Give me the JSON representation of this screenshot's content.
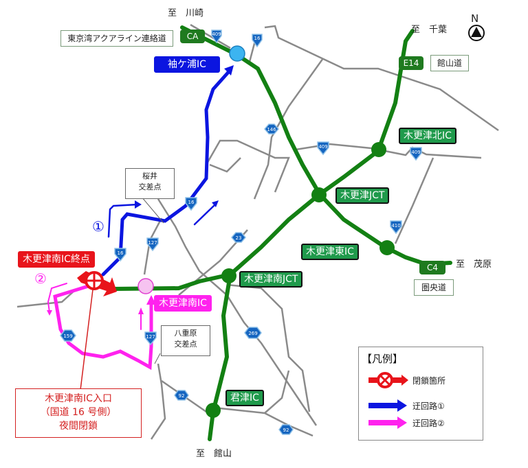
{
  "compass": {
    "label": "N"
  },
  "destinations": {
    "kawasaki": "至　川崎",
    "chiba": "至　千葉",
    "mobara": "至　茂原",
    "tateyama": "至　館山"
  },
  "expressways": [
    {
      "code": "CA",
      "name": "東京湾アクアライン連絡道"
    },
    {
      "code": "E14",
      "name": "館山道"
    },
    {
      "code": "C4",
      "name": "圏央道"
    }
  ],
  "interchanges": {
    "sodegaura": "袖ケ浦IC",
    "kisarazu_kita": "木更津北IC",
    "kisarazu_jct": "木更津JCT",
    "kisarazu_higashi": "木更津東IC",
    "kisarazu_minami_jct": "木更津南JCT",
    "kisarazu_minami": "木更津南IC",
    "kimitsu": "君津IC",
    "kisarazu_minami_end": "木更津南IC終点"
  },
  "intersections": {
    "sakurai": [
      "桜井",
      "交差点"
    ],
    "yaehara": [
      "八重原",
      "交差点"
    ]
  },
  "route_shields": [
    "409",
    "16",
    "146",
    "409",
    "409",
    "16",
    "16",
    "127",
    "23",
    "410",
    "127",
    "159",
    "269",
    "92",
    "92"
  ],
  "closure_note": [
    "木更津南IC入口",
    "（国道 16 号側）",
    "夜間閉鎖"
  ],
  "detour_markers": {
    "route1": "①",
    "route2": "②"
  },
  "legend": {
    "title": "【凡例】",
    "items": [
      {
        "label": "閉鎖箇所",
        "color": "#e8141b"
      },
      {
        "label": "迂回路①",
        "color": "#0b15e0"
      },
      {
        "label": "迂回路②",
        "color": "#ff22ee"
      }
    ]
  },
  "colors": {
    "expressway": "#138013",
    "road": "#8a8a8a",
    "detour1": "#0b15e0",
    "detour2": "#ff22ee",
    "closure": "#e8141b",
    "shield": "#1565c0"
  }
}
